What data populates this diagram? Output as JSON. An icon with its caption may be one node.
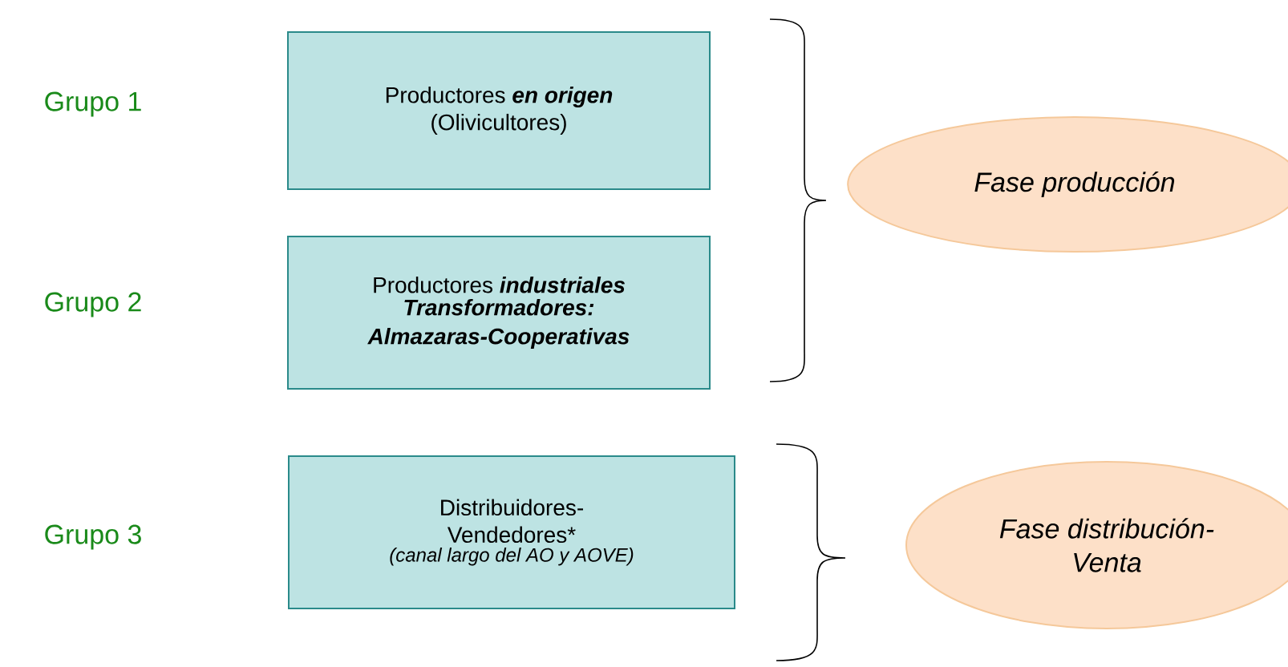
{
  "diagram": {
    "nodes": [
      {
        "text": [
          "Productores **en origen** (Olivicultores)"
        ]
      },
      {
        "text": [
          "Productores **industriales**",
          "Transformadores: Almazaras-Cooperativas"
        ]
      },
      {
        "text": [
          "Distribuidores- Vendedores*",
          "(canal largo del AO y AOVE)"
        ]
      },
      {
        "text": [
          "Fase producción"
        ]
      },
      {
        "text": [
          "Fase distribución- Venta"
        ]
      }
    ],
    "labels": [
      "Grupo 1",
      "Grupo 2",
      "Grupo 3"
    ]
  }
}
